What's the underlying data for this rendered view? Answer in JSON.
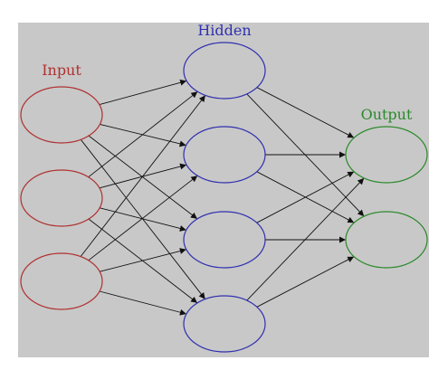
{
  "diagram": {
    "background_color": "#c8c8c8",
    "layers": [
      {
        "label": "Input",
        "color": "#b03030",
        "node_count": 3
      },
      {
        "label": "Hidden",
        "color": "#3030b0",
        "node_count": 4
      },
      {
        "label": "Output",
        "color": "#2a8a2a",
        "node_count": 2
      }
    ],
    "edge_color": "#111111",
    "connections": "fully-connected between adjacent layers"
  }
}
